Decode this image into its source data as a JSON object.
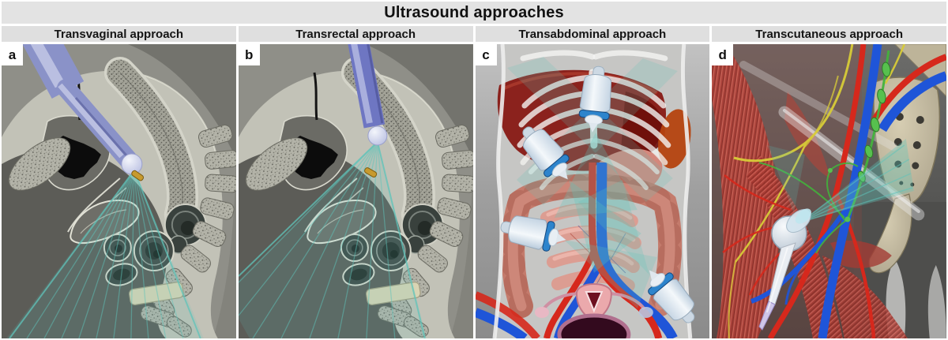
{
  "figure": {
    "title": "Ultrasound approaches"
  },
  "panels": [
    {
      "letter": "a",
      "header": "Transvaginal approach"
    },
    {
      "letter": "b",
      "header": "Transrectal approach"
    },
    {
      "letter": "c",
      "header": "Transabdominal approach"
    },
    {
      "letter": "d",
      "header": "Transcutaneous approach"
    }
  ],
  "palette": {
    "frame": "#ffffff",
    "title_bar_bg": "#e3e3e3",
    "header_bg": "#dfdfdf",
    "title_text": "#111111",
    "beam": "#5fc4ba",
    "probe_lavender": "#8a92c8",
    "probe_indigo": "#6e76c2",
    "probe_ring_blue": "#2d84cc",
    "probe_body_white": "#e9f0f6",
    "marker_gold": "#c79a2e",
    "artery_red": "#d6281c",
    "vein_blue": "#1f55d8",
    "nerve_yellow": "#d8cc38",
    "lymph_green": "#43b23c",
    "liver_red": "#871610",
    "colon_salmon": "#c47b6c",
    "intestine_pink": "#dc9d92",
    "uterus_pink": "#eba9ac",
    "muscle_red": "#b04038",
    "bone_beige": "#c2b89c"
  }
}
